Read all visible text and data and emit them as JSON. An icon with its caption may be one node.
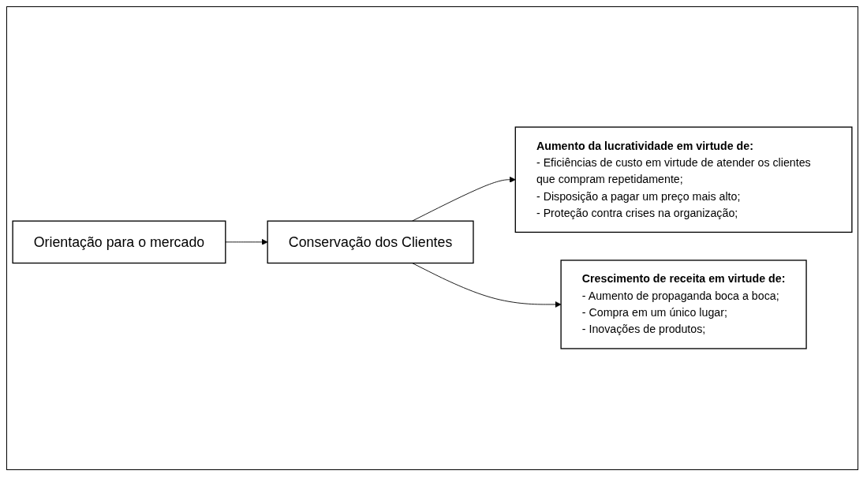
{
  "diagram": {
    "nodes": [
      {
        "text": [
          "Orientação para o mercado"
        ]
      },
      {
        "text": [
          "Conservação dos Clientes"
        ]
      },
      {
        "text": [
          "Aumento da lucratividade em virtude de:",
          "- Eficiências de custo em virtude de atender os clientes que compram repetidamente;",
          "- Disposição a pagar um preço mais alto;",
          "- Proteção contra crises na organização;"
        ]
      },
      {
        "text": [
          "Crescimento de receita em virtude de:",
          "- Aumento de propaganda boca a boca;",
          "- Compra em um único lugar;",
          "- Inovações de produtos;"
        ]
      }
    ],
    "edges": [
      {
        "from": 0,
        "to": 1,
        "arrow": "to"
      },
      {
        "from": 1,
        "to": 2,
        "arrow": "to"
      },
      {
        "from": 1,
        "to": 3,
        "arrow": "to"
      }
    ]
  }
}
